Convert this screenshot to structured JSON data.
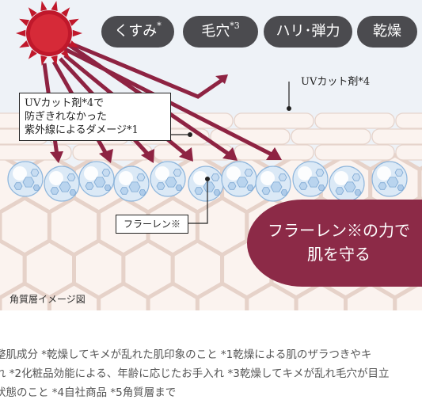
{
  "colors": {
    "background": "#eef2f7",
    "cell_fill": "#fbf3ef",
    "cell_stroke": "#e8d7cf",
    "sun_red": "#c0182b",
    "ray_maroon": "#8e2342",
    "pill_dark": "#4b4b4f",
    "blob_maroon": "#8c2a47",
    "fullerene_blue": "#9cc3e6"
  },
  "icons": {
    "sun": "sun-icon",
    "fullerene": "fullerene-ball-icon"
  },
  "pills": [
    {
      "label": "くすみ",
      "sup": "*"
    },
    {
      "label": "毛穴",
      "sup": "*3"
    },
    {
      "label": "ハリ･弾力",
      "sup": ""
    },
    {
      "label": "乾燥",
      "sup": ""
    }
  ],
  "uv_label": "UVカット剤*4",
  "damage_callout": {
    "line1": "UVカット剤*4で",
    "line2": "防ぎきれなかった",
    "line3": "紫外線によるダメージ*1"
  },
  "fullerene_label": "フラーレン※",
  "blob": {
    "line1": "フラーレン※の力で",
    "line2": "肌を守る"
  },
  "caption": "角質層イメージ図",
  "notes": [
    "整肌成分 *乾燥してキメが乱れた肌印象のこと *1乾燥による肌のザラつきやキ",
    "れ *2化粧品効能による、年齢に応じたお手入れ *3乾燥してキメが乱れ毛穴が目立",
    "状態のこと *4自社商品 *5角質層まで"
  ]
}
